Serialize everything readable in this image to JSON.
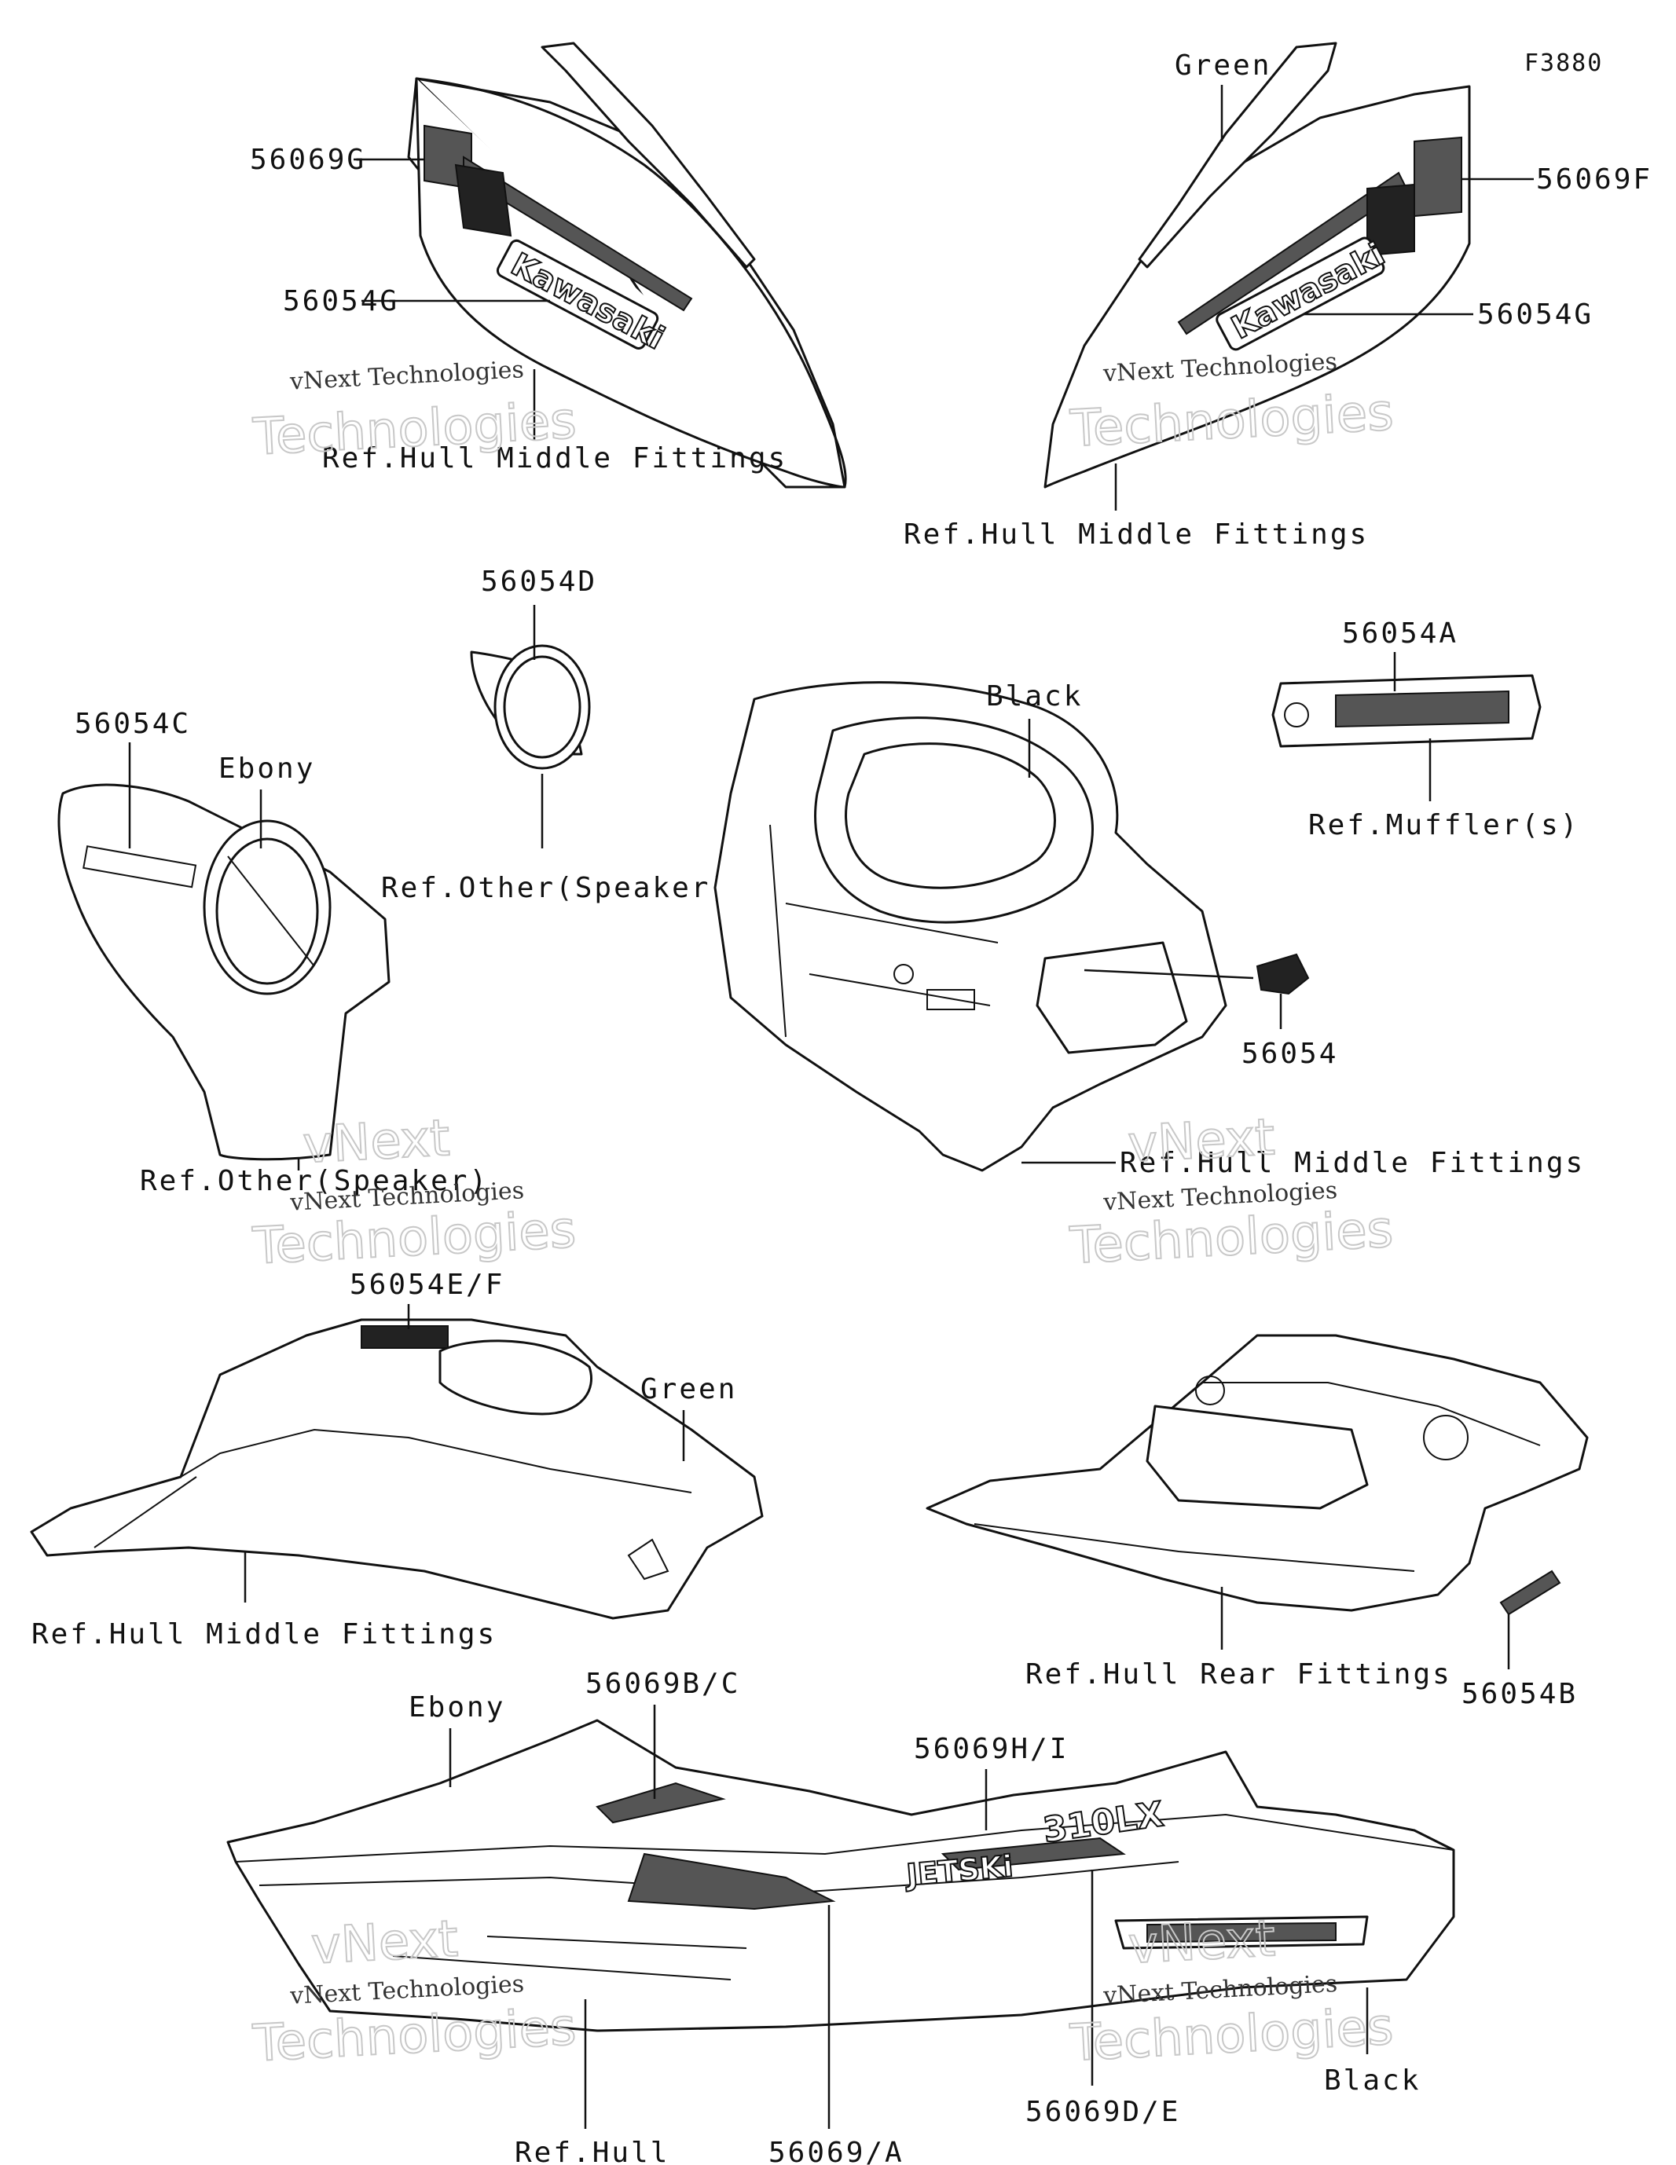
{
  "figure_code": "F3880",
  "parts": {
    "p56069g": "56069G",
    "p56054g_left": "56054G",
    "p56069f": "56069F",
    "p56054g_right": "56054G",
    "p56054d": "56054D",
    "p56054a": "56054A",
    "p56054c": "56054C",
    "p56054": "56054",
    "p56054ef": "56054E/F",
    "p56054b": "56054B",
    "p56069bc": "56069B/C",
    "p56069hi": "56069H/I",
    "p56069a": "56069/A",
    "p56069de": "56069D/E"
  },
  "colors_text": {
    "green_top": "Green",
    "ebony_left": "Ebony",
    "black_center": "Black",
    "green_mid": "Green",
    "ebony_bottom": "Ebony",
    "black_bottom": "Black"
  },
  "references": {
    "hull_middle_1": "Ref.Hull Middle Fittings",
    "hull_middle_2": "Ref.Hull Middle Fittings",
    "other_speaker_1": "Ref.Other(Speaker)",
    "muffler": "Ref.Muffler(s)",
    "other_speaker_2": "Ref.Other(Speaker)",
    "hull_middle_3": "Ref.Hull Middle Fittings",
    "hull_middle_4": "Ref.Hull Middle Fittings",
    "hull_rear": "Ref.Hull Rear Fittings",
    "hull": "Ref.Hull"
  },
  "decal_text": {
    "kawasaki": "Kawasaki",
    "jetski": "JETSKi",
    "model": "310LX"
  },
  "watermark": {
    "line1": "vNext Technologies",
    "line2": "vNext",
    "line3": "Technologies"
  }
}
